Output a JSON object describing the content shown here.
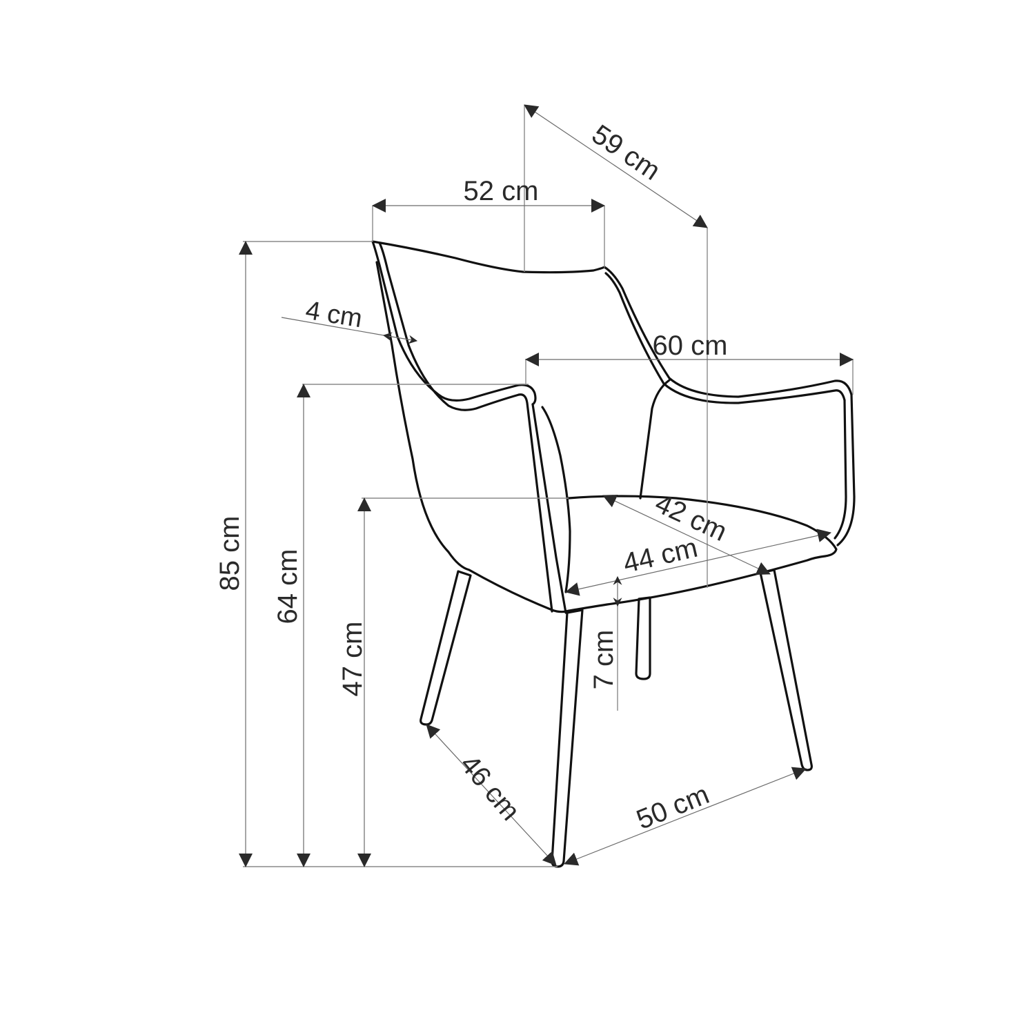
{
  "diagram": {
    "subject": "armchair",
    "line_color": "#111111",
    "dimension_color": "#2a2a2a",
    "background": "#ffffff",
    "dimensions": {
      "backrest_width": "52 cm",
      "overall_depth": "59 cm",
      "backrest_thickness": "4 cm",
      "overall_width": "60 cm",
      "seat_depth": "42 cm",
      "seat_width": "44 cm",
      "seat_thickness": "7 cm",
      "total_height": "85 cm",
      "armrest_height": "64 cm",
      "seat_height": "47 cm",
      "leg_base_depth": "46 cm",
      "leg_base_width": "50 cm"
    }
  }
}
